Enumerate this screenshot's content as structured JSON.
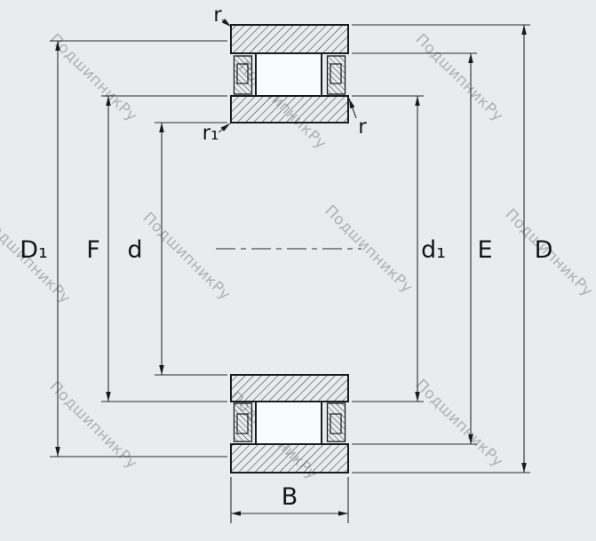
{
  "watermark": {
    "text": "ПодшипникРу"
  },
  "colors": {
    "background": "#e9ebed",
    "line": "#1b1b1b",
    "dimension_line": "#2b2b2b",
    "watermark": "#a9afb5",
    "roller_fill": "#fafbfc"
  },
  "labels": {
    "chamfer_top": "r",
    "chamfer_inner": "r₁",
    "chamfer_right": "r",
    "shoulder_diameter": "D₁",
    "flange_diameter": "F",
    "bore_diameter": "d",
    "inner_shoulder_diameter": "d₁",
    "raceway_diameter": "E",
    "outside_diameter": "D",
    "width": "B"
  }
}
